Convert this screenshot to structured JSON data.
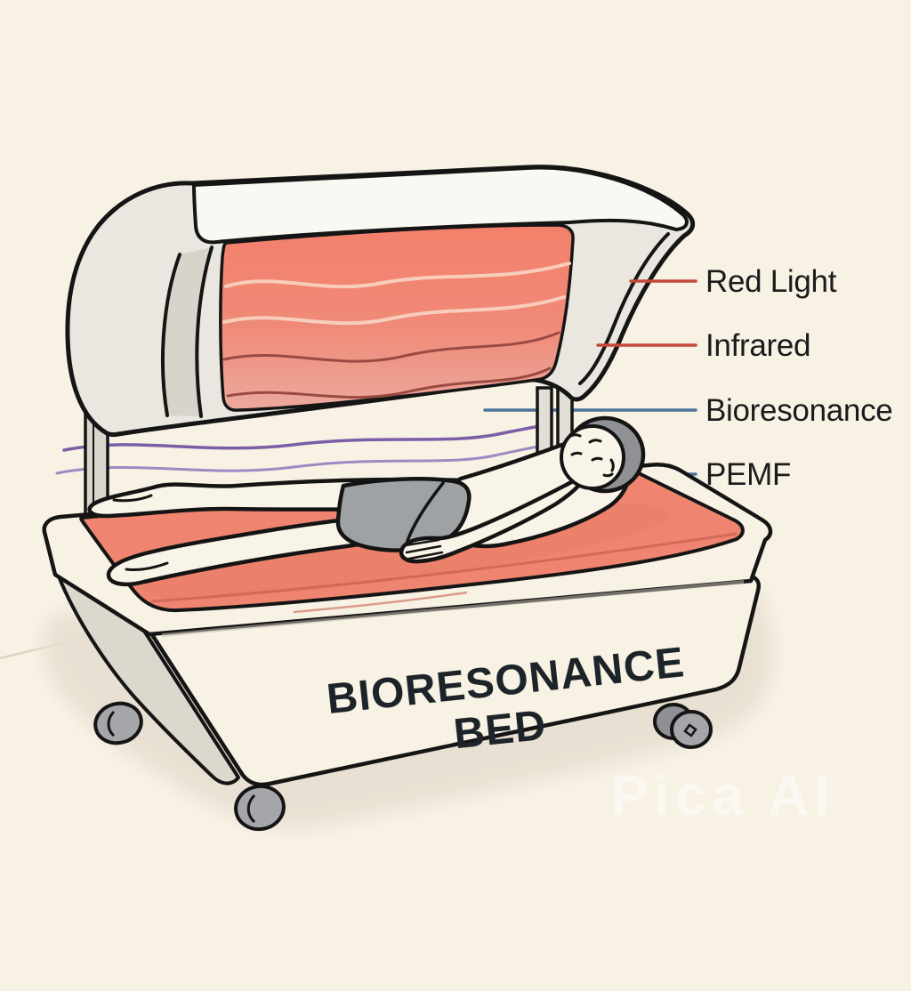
{
  "illustration": {
    "device_name_line1": "BIORESONANCE",
    "device_name_line2": "BED",
    "watermark": "Pica AI"
  },
  "labels": [
    {
      "text": "Red Light",
      "line_color": "#C5483A"
    },
    {
      "text": "Infrared",
      "line_color": "#C5483A"
    },
    {
      "text": "Bioresonance",
      "line_color": "#4E749B"
    },
    {
      "text": "PEMF",
      "line_color": "#4E749B"
    }
  ],
  "colors": {
    "background": "#F8F2E5",
    "canopy_glow_top": "#F3806B",
    "canopy_glow_bottom": "#ECA99E",
    "mattress": "#EF8570",
    "frame": "#EAE7E0",
    "wheel": "#A4A6AA",
    "label_text": "#1B1B1B",
    "device_text": "#1D2429",
    "wave_purple": "#7B5EA7"
  }
}
